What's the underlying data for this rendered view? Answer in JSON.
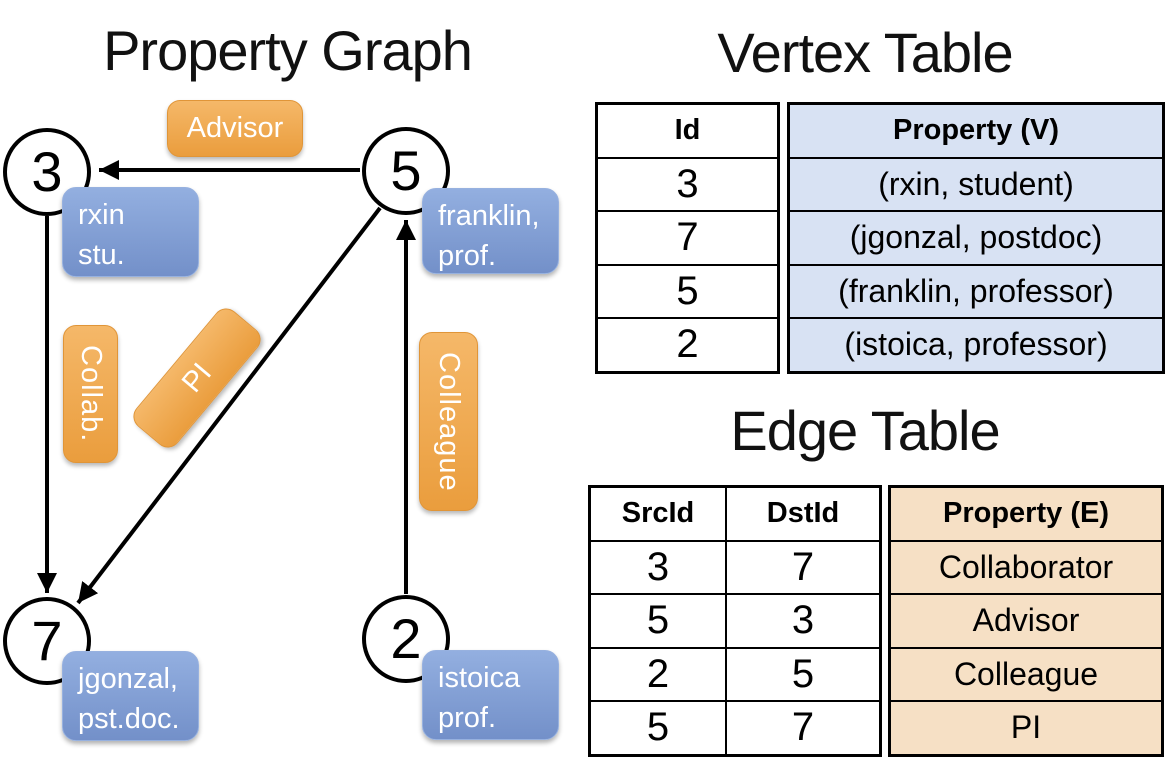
{
  "graph": {
    "title": "Property Graph",
    "nodes": [
      {
        "id": "3",
        "prop_line1": "rxin",
        "prop_line2": "stu."
      },
      {
        "id": "5",
        "prop_line1": "franklin,",
        "prop_line2": "prof."
      },
      {
        "id": "7",
        "prop_line1": "jgonzal,",
        "prop_line2": "pst.doc."
      },
      {
        "id": "2",
        "prop_line1": "istoica",
        "prop_line2": "prof."
      }
    ],
    "edge_labels": {
      "advisor": "Advisor",
      "collab": "Collab.",
      "pi": "PI",
      "colleague": "Colleague"
    },
    "edges": [
      {
        "src": "5",
        "dst": "3",
        "label": "Advisor"
      },
      {
        "src": "3",
        "dst": "7",
        "label": "Collab."
      },
      {
        "src": "5",
        "dst": "7",
        "label": "PI"
      },
      {
        "src": "2",
        "dst": "5",
        "label": "Colleague"
      }
    ]
  },
  "vertex_table": {
    "title": "Vertex Table",
    "columns": [
      "Id",
      "Property (V)"
    ],
    "rows": [
      [
        "3",
        "(rxin, student)"
      ],
      [
        "7",
        "(jgonzal, postdoc)"
      ],
      [
        "5",
        "(franklin, professor)"
      ],
      [
        "2",
        "(istoica, professor)"
      ]
    ]
  },
  "edge_table": {
    "title": "Edge Table",
    "columns": [
      "SrcId",
      "DstId",
      "Property (E)"
    ],
    "rows": [
      [
        "3",
        "7",
        "Collaborator"
      ],
      [
        "5",
        "3",
        "Advisor"
      ],
      [
        "2",
        "5",
        "Colleague"
      ],
      [
        "5",
        "7",
        "PI"
      ]
    ]
  },
  "colors": {
    "orange_label_top": "#f5b869",
    "orange_label_bottom": "#ea9d3d",
    "orange_border": "#e09538",
    "blue_card_top": "#93afe0",
    "blue_card_bottom": "#7390c9",
    "blue_border": "#97b1df",
    "vertex_property_fill": "#d8e2f3",
    "edge_property_fill": "#f6e0c5",
    "table_border": "#000000",
    "card_text": "#ffffff"
  }
}
